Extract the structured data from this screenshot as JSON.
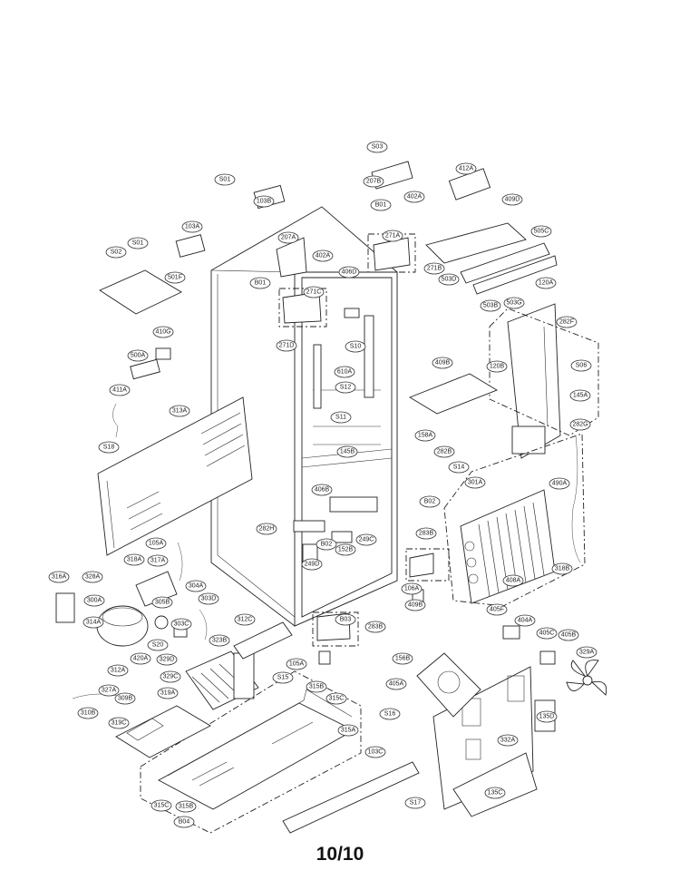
{
  "page_number": "10/10",
  "callouts": [
    "S03",
    "S01",
    "103B",
    "207B",
    "402A",
    "412A",
    "409D",
    "B01",
    "103A",
    "S01",
    "207A",
    "402A",
    "271A",
    "505C",
    "S02",
    "501F",
    "B01",
    "406D",
    "271B",
    "503D",
    "271C",
    "120A",
    "503B",
    "503G",
    "271D",
    "282F",
    "410G",
    "S10",
    "500A",
    "409B",
    "120B",
    "S06",
    "610A",
    "145A",
    "411A",
    "S12",
    "313A",
    "S11",
    "282G",
    "158A",
    "145B",
    "282B",
    "S18",
    "S14",
    "301A",
    "406B",
    "490A",
    "B02",
    "282H",
    "B02",
    "249C",
    "152B",
    "105A",
    "249D",
    "283B",
    "318A",
    "317A",
    "318B",
    "316A",
    "328A",
    "408A",
    "304A",
    "303D",
    "106A",
    "409B",
    "305B",
    "300A",
    "314A",
    "303C",
    "312C",
    "405F",
    "B03",
    "283B",
    "404A",
    "323B",
    "105A",
    "405C",
    "405B",
    "S20",
    "420A",
    "156B",
    "329A",
    "329D",
    "312A",
    "329C",
    "S15",
    "315B",
    "405A",
    "327A",
    "309B",
    "319A",
    "315C",
    "310B",
    "319C",
    "S16",
    "135D",
    "315A",
    "332A",
    "103C",
    "S17",
    "315C",
    "315B",
    "135C",
    "B04"
  ],
  "colors": {
    "line": "#222222",
    "background": "#ffffff"
  }
}
